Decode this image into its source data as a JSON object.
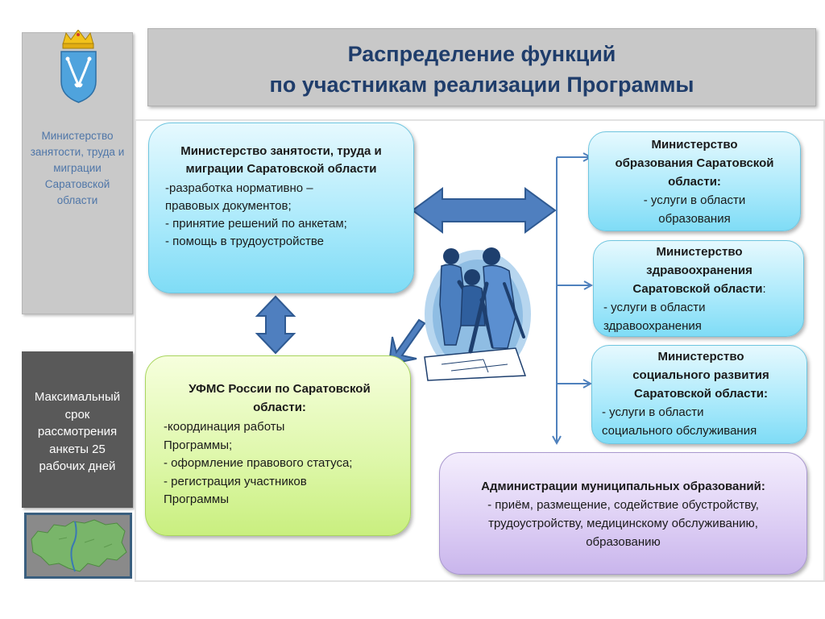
{
  "title": {
    "line1": "Распределение функций",
    "line2": "по участникам реализации  Программы"
  },
  "sidebar": {
    "ministry_label": [
      "Министерство",
      "занятости, труда",
      "и миграции",
      "Саратовской",
      "области"
    ],
    "deadline_label": [
      "Максимальный",
      "срок",
      "рассмотрения",
      "анкеты 25",
      "рабочих дней"
    ]
  },
  "boxes": {
    "ministry": {
      "heading": [
        "Министерство занятости, труда и",
        "миграции Саратовской области"
      ],
      "items": [
        "-разработка нормативно –",
        "правовых документов;",
        "- принятие решений по анкетам;",
        "- помощь в трудоустройстве"
      ]
    },
    "ufms": {
      "heading": [
        "УФМС России по Саратовской",
        "области:"
      ],
      "items": [
        "-координация работы",
        "Программы;",
        "- оформление правового статуса;",
        "- регистрация участников",
        "Программы"
      ]
    },
    "education": {
      "heading": [
        "Министерство",
        "образования Саратовской",
        "области:"
      ],
      "items": [
        "- услуги в области",
        "образования"
      ]
    },
    "health": {
      "heading": [
        "Министерство",
        "здравоохранения",
        "Саратовской области"
      ],
      "heading_suffix": ":",
      "items": [
        "- услуги в области",
        "здравоохранения"
      ]
    },
    "social": {
      "heading": [
        "Министерство",
        "социального развития",
        "Саратовской области:"
      ],
      "items": [
        "- услуги в области",
        "социального обслуживания"
      ]
    },
    "admin": {
      "heading": "Администрации муниципальных образований:",
      "items": [
        "- приём, размещение,  содействие обустройству,",
        "трудоустройству, медицинскому обслуживанию,",
        "образованию"
      ]
    }
  },
  "colors": {
    "title_text": "#1f3d6b",
    "arrow_fill": "#4f7fbf",
    "connector_line": "#4f81bd",
    "sidebar_text": "#4f76a8"
  },
  "icons": [
    "crown-coat-of-arms-icon",
    "region-map-icon",
    "team-planning-clipart-icon"
  ]
}
